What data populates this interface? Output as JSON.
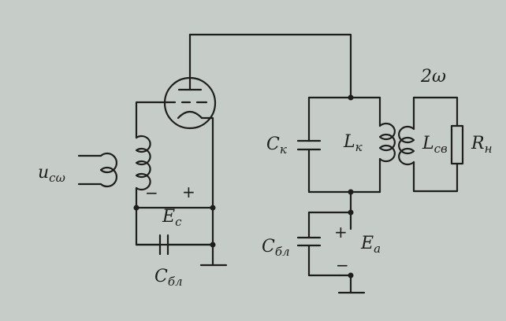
{
  "background": "#c6ccc8",
  "ink": "#1e1e1e",
  "labels": {
    "input": {
      "main": "u",
      "sub": "cω"
    },
    "grid_bias": {
      "main": "E",
      "sub": "c"
    },
    "grid_cap": {
      "main": "C",
      "sub": "бл"
    },
    "tank_cap": {
      "main": "C",
      "sub": "к"
    },
    "tank_coil": {
      "main": "L",
      "sub": "к"
    },
    "anode_cap": {
      "main": "C",
      "sub": "бл"
    },
    "anode_supply": {
      "main": "E",
      "sub": "a"
    },
    "load_coil": {
      "main": "L",
      "sub": "св"
    },
    "load_resistor": {
      "main": "R",
      "sub": "н"
    },
    "harmonic": "2ω"
  },
  "polarity": {
    "minus": "−",
    "plus": "+"
  }
}
